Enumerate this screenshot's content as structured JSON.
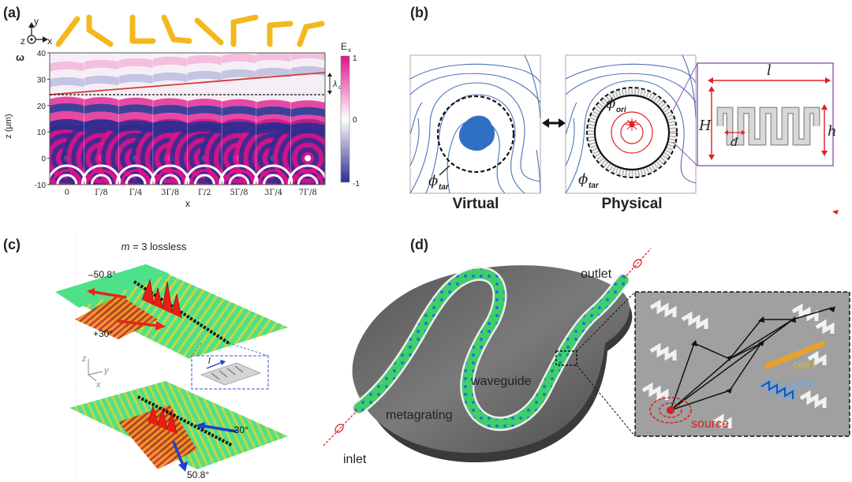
{
  "figure": {
    "panels": [
      {
        "id": "a",
        "label": "(a)",
        "axes_glyphs": {
          "y": "y",
          "z": "z",
          "x": "x",
          "top": "ω"
        },
        "ylabel": "z (μm)",
        "xlabel": "x",
        "yticks": [
          "40",
          "30",
          "20",
          "10",
          "0",
          "-10"
        ],
        "xticks": [
          "0",
          "Γ/8",
          "Γ/4",
          "3Γ/8",
          "Γ/2",
          "5Γ/8",
          "3Γ/4",
          "7Γ/8"
        ],
        "colorbar_title": "E",
        "colorbar_sub": "x",
        "colorbar_ticks": [
          "1",
          "0",
          "-1"
        ],
        "lambda_label": "λ",
        "lambda_sub": "o",
        "colors": {
          "positive": "#e0128a",
          "negative": "#2b2e8f",
          "line": "#d43a2f",
          "element": "#f4b81c"
        }
      },
      {
        "id": "b",
        "label": "(b)",
        "virtual_title": "Virtual",
        "physical_title": "Physical",
        "phi_tar": "ϕ",
        "phi_tar_sub": "tar",
        "phi_ori": "ϕ",
        "phi_ori_sub": "ori",
        "dims": {
          "l": "l",
          "H": "H",
          "d": "d",
          "h": "h"
        },
        "colors": {
          "contour": "#4a72b8",
          "blob": "#2f6fc4",
          "source": "#e02020",
          "frame": "#8e5ab5"
        }
      },
      {
        "id": "c",
        "label": "(c)",
        "title_italic": "m",
        "title_rest": " = 3 lossless",
        "angles": {
          "top_left": "–50.8°",
          "top_bottom": "+30°",
          "bottom_right": "–30°",
          "bottom_bottom": "50.8°"
        },
        "inset_label": "l",
        "axes": {
          "z": "z",
          "y": "y",
          "x": "x"
        },
        "colors": {
          "field": "#4fe08a",
          "peak": "#e81e14",
          "arrow_red": "#e8241b",
          "arrow_blue": "#1f3fd0"
        }
      },
      {
        "id": "d",
        "label": "(d)",
        "labels": {
          "outlet": "outlet",
          "waveguide": "waveguide",
          "metagrating": "metagrating",
          "inlet": "inlet",
          "cell1": "cell I",
          "cell2": "cell II",
          "source": "source"
        },
        "colors": {
          "plate": "#6e6e6e",
          "guide": "#3fcf6a",
          "cell1": "#e8a22a",
          "cell2": "#6aa8e0",
          "source": "#d81e1e"
        }
      }
    ]
  }
}
